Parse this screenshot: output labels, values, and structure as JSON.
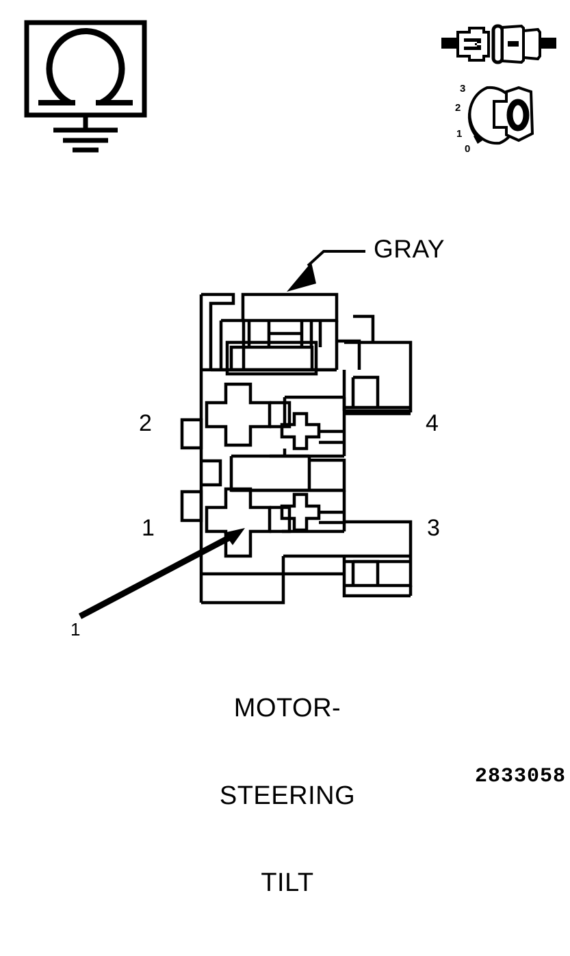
{
  "sheet": {
    "part_number": "2833058",
    "background_color": "#ffffff",
    "line_color": "#000000"
  },
  "symbols": {
    "ohmmeter": {
      "name": "resistance-to-ground-symbol",
      "glyph": "omega",
      "description": "boxed ohm symbol with chassis ground"
    },
    "connector_pair": {
      "name": "connector-disconnect-symbol",
      "description": "male and female connector halves separated"
    },
    "key_switch": {
      "name": "ignition-key-switch-symbol",
      "positions": [
        "3",
        "2",
        "1",
        "0"
      ],
      "selected_position": "0"
    }
  },
  "callouts": {
    "wire_color": "GRAY",
    "terminal_callout": "1"
  },
  "connector": {
    "name": "MOTOR-STEERING TILT",
    "caption_lines": [
      "MOTOR-",
      "STEERING",
      "TILT"
    ],
    "pins_left": [
      {
        "number": "2"
      },
      {
        "number": "1"
      }
    ],
    "pins_right": [
      {
        "number": "4"
      },
      {
        "number": "3"
      }
    ]
  }
}
